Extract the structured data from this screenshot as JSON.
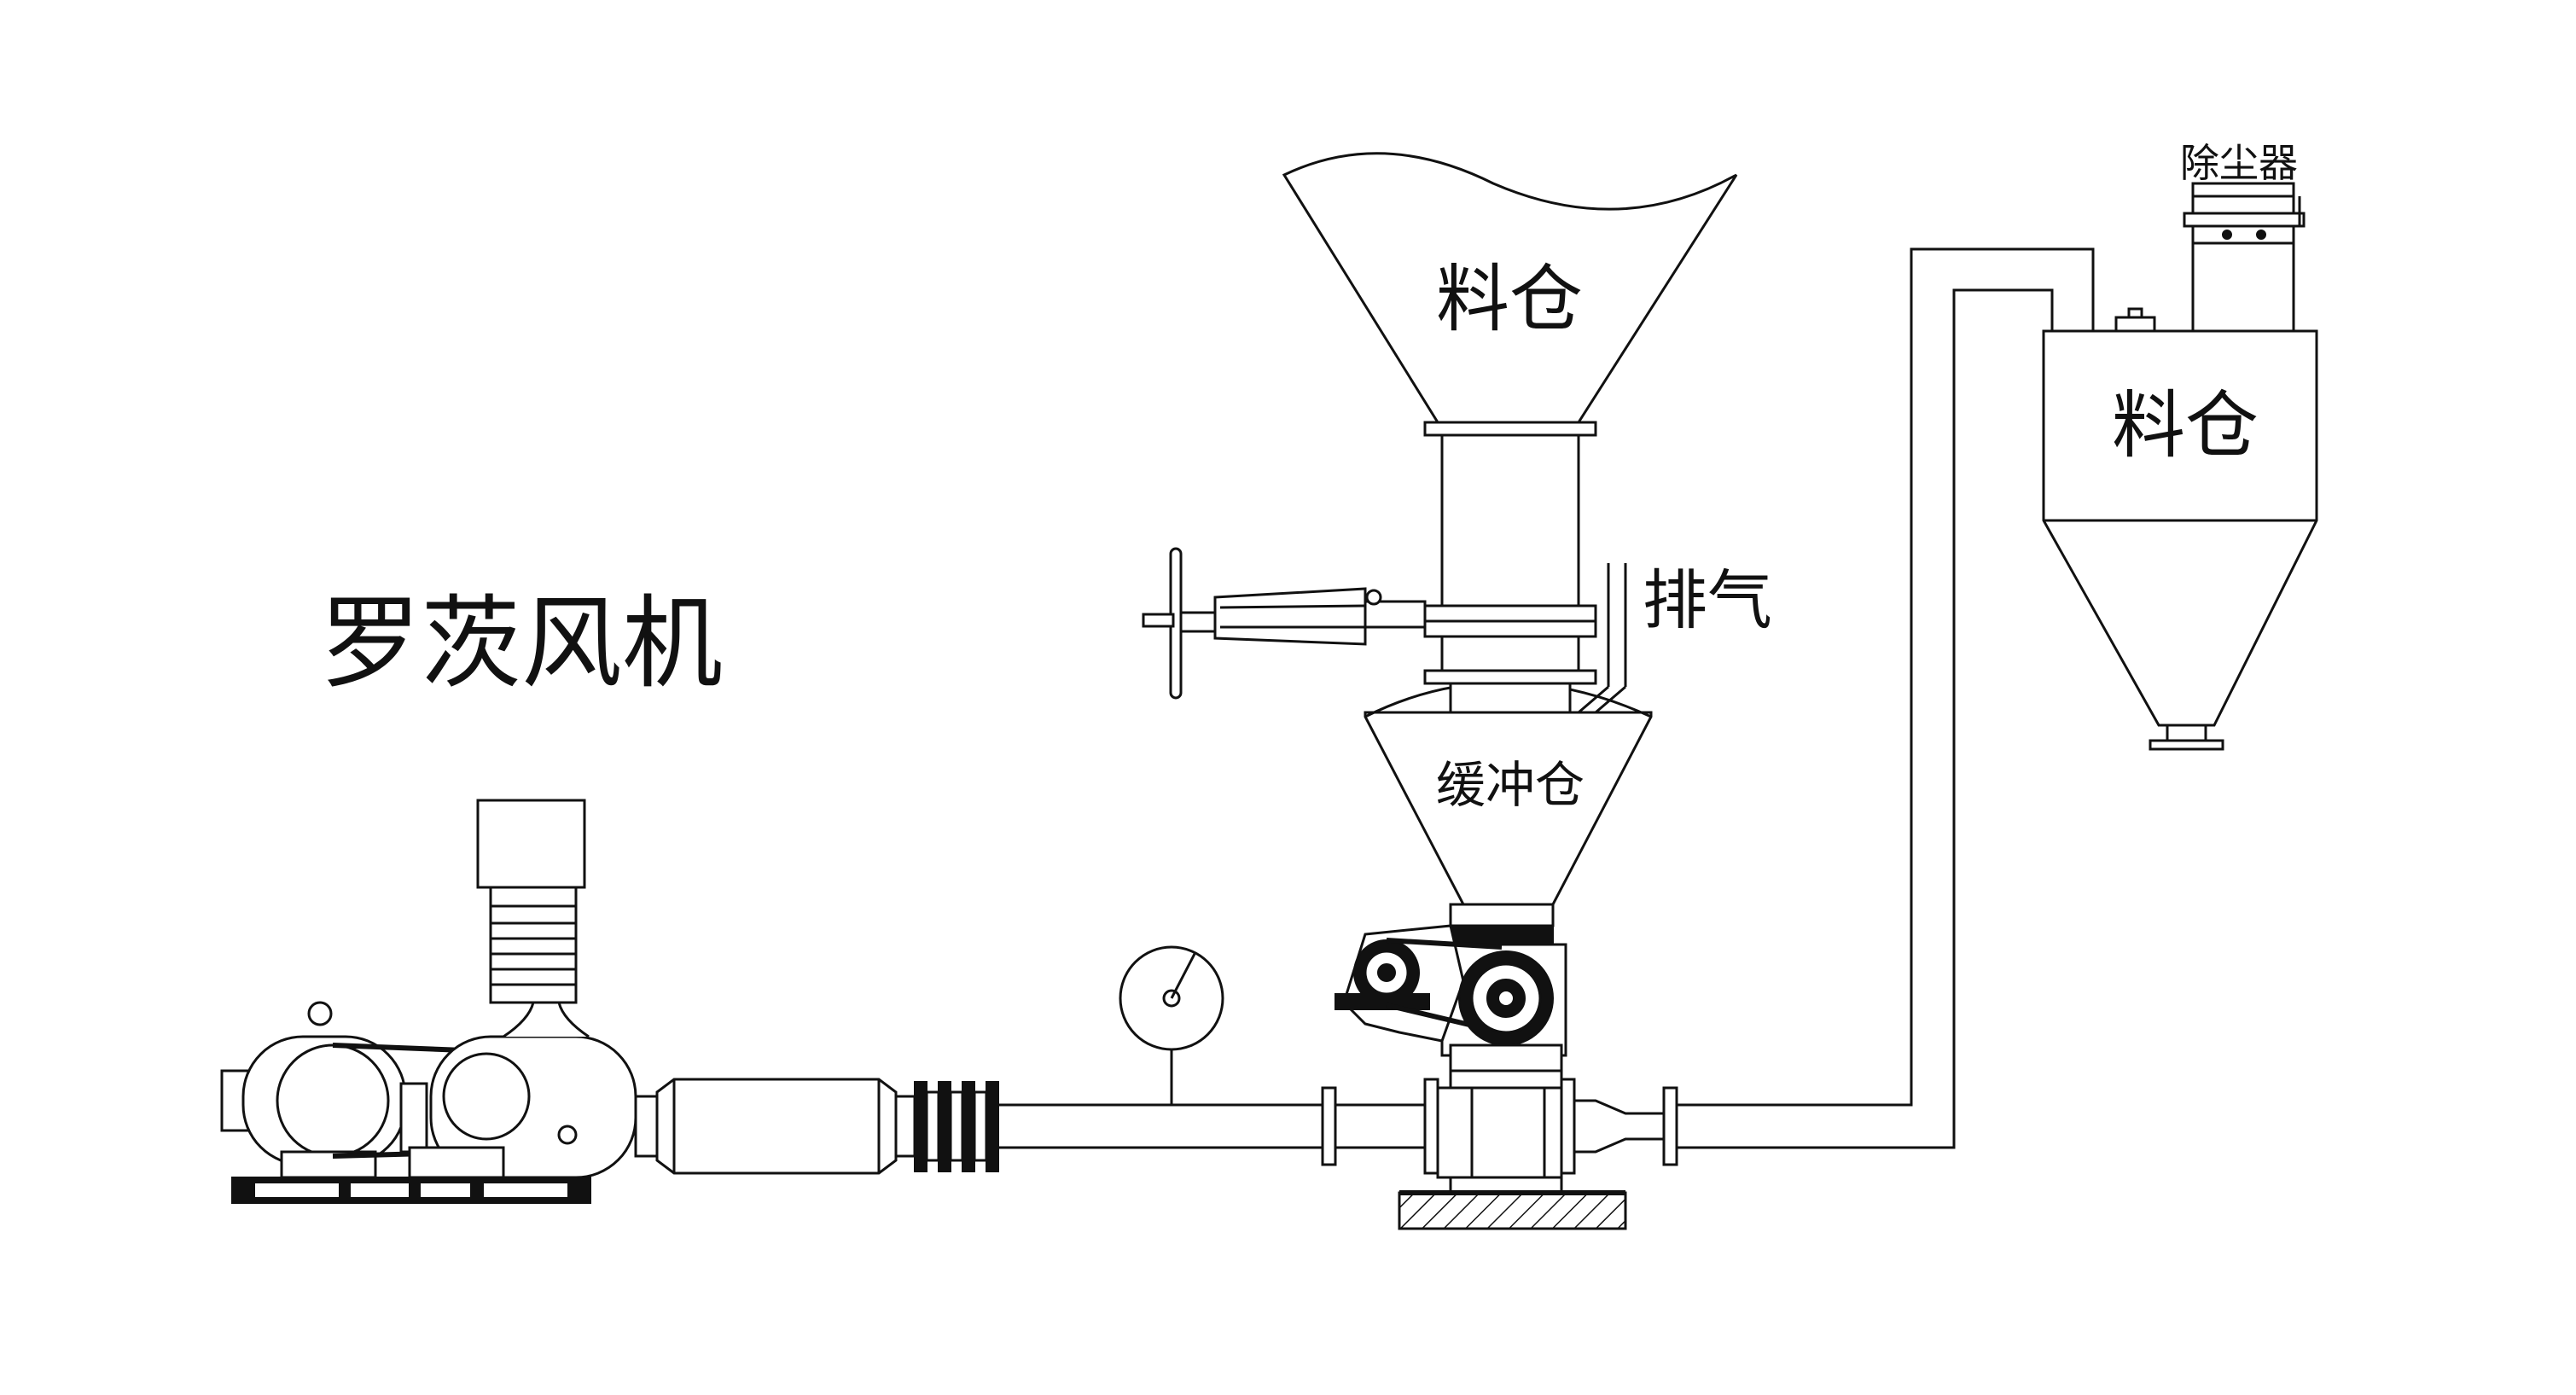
{
  "labels": {
    "blower": "罗茨风机",
    "silo_top": "料仓",
    "vent": "排气",
    "buffer": "缓冲仓",
    "silo_right": "料仓",
    "dust_collector": "除尘器"
  }
}
